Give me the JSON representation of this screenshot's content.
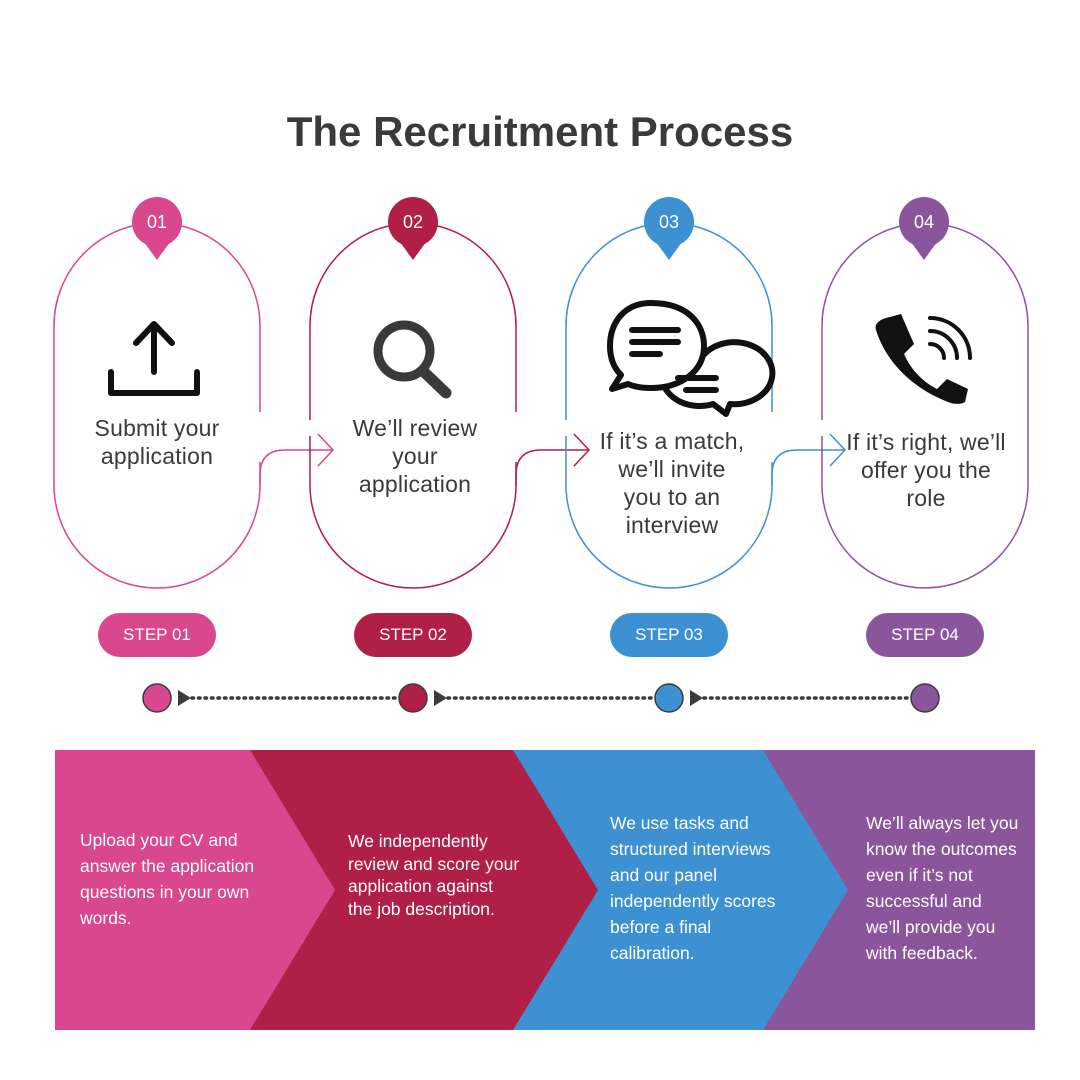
{
  "title": "The Recruitment Process",
  "colors": {
    "pink": "#d9478f",
    "crimson": "#b01f45",
    "blue": "#3d91d2",
    "purple": "#8b559c"
  },
  "stages": [
    {
      "num": "01",
      "icon": "upload-icon",
      "text": "Submit your application",
      "step": "STEP 01",
      "desc": "Upload your CV and answer the application questions in your own words."
    },
    {
      "num": "02",
      "icon": "search-icon",
      "text": "We’ll review your application",
      "step": "STEP 02",
      "desc": "We independently review and score your application against the job description."
    },
    {
      "num": "03",
      "icon": "chat-bubbles-icon",
      "text": "If it’s a match, we’ll invite you to an interview",
      "step": "STEP 03",
      "desc": "We use tasks and structured interviews and our panel independently scores before a final calibration."
    },
    {
      "num": "04",
      "icon": "phone-call-icon",
      "text": "If it’s right, we’ll offer you the role",
      "step": "STEP 04",
      "desc": "We’ll always let you know the outcomes even if it’s not successful and we’ll provide you with feedback."
    }
  ]
}
